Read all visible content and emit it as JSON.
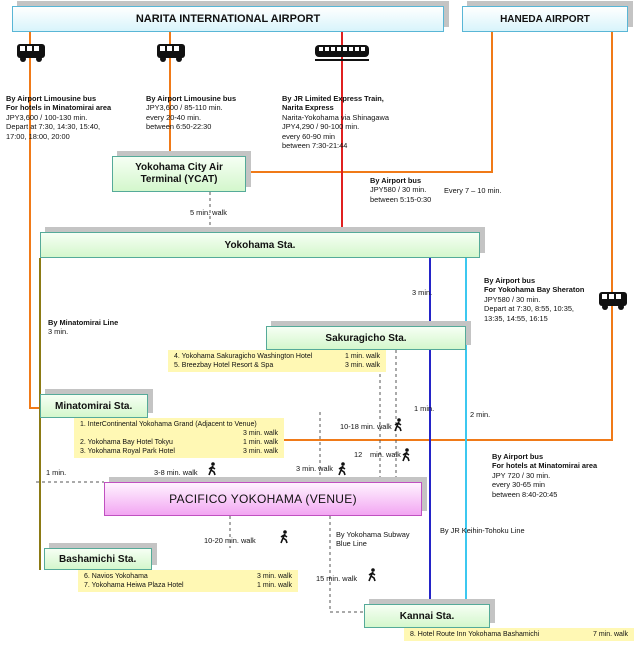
{
  "airports": {
    "narita": "NARITA INTERNATIONAL AIRPORT",
    "haneda": "HANEDA AIRPORT"
  },
  "stations": {
    "ycat": [
      "Yokohama City Air",
      "Terminal (YCAT)"
    ],
    "yokohama": "Yokohama Sta.",
    "sakuragicho": "Sakuragicho Sta.",
    "minatomirai": "Minatomirai Sta.",
    "venue": "PACIFICO YOKOHAMA (VENUE)",
    "bashamichi": "Bashamichi Sta.",
    "kannai": "Kannai Sta."
  },
  "routes": {
    "narita_limo_mm": {
      "lines": [
        "By Airport Limousine bus",
        "For hotels in Minatomirai area",
        "JPY3,600 / 100-130 min.",
        "Depart at 7:30, 14:30, 15:40,",
        "17:00, 18:00, 20:00"
      ],
      "bold_lines": 2
    },
    "narita_limo_ycat": {
      "lines": [
        "By Airport Limousine bus",
        "JPY3,600 / 85-110 min.",
        "every 20-40 min.",
        "between 6:50-22:30"
      ],
      "bold_lines": 1
    },
    "narita_nex": {
      "lines": [
        "By JR Limited Express Train,",
        "Narita Express",
        "Narita-Yokohama via Shinagawa",
        "JPY4,290 / 90-100 min.",
        "every 60-90 min",
        "between 7:30-21:44"
      ],
      "bold_lines": 2
    },
    "haneda_ycat": {
      "lines": [
        "By Airport bus",
        "JPY580 / 30 min.",
        "between 5:15-0:30"
      ],
      "bold_lines": 1,
      "freq": "Every 7 – 10 min."
    },
    "haneda_sheraton": {
      "lines": [
        "By Airport bus",
        "For Yokohama Bay Sheraton",
        "JPY580 / 30 min.",
        "Depart at 7:30, 8:55, 10:35,",
        "13:35, 14:55, 16:15"
      ],
      "bold_lines": 2
    },
    "haneda_mm": {
      "lines": [
        "By Airport bus",
        "For hotels at Minatomirai area",
        "JPY 720 / 30 min.",
        "every 30-65 min",
        "between 8:40-20:45"
      ],
      "bold_lines": 2
    }
  },
  "labels": {
    "ycat_walk": "5 min. walk",
    "minatomirai_line": "By Minatomirai Line",
    "minatomirai_line_time": "3 min.",
    "blue_3min": "3 min.",
    "blue_1min": "1 min.",
    "light_2min": "2 min.",
    "olive_1min": "1 min.",
    "walk_10_18": "10-18 min. walk",
    "walk_12": "12",
    "walk_12_unit": "min. walk",
    "walk_3_8": "3-8 min. walk",
    "walk_3": "3 min. walk",
    "walk_10_20": "10-20 min. walk",
    "walk_15": "15 min. walk",
    "subway": [
      "By Yokohama Subway",
      "Blue Line"
    ],
    "keihin": "By JR Keihin-Tohoku Line"
  },
  "hotels": {
    "sakuragicho": [
      {
        "name": "4. Yokohama Sakuragicho Washington Hotel",
        "walk": "1 min. walk"
      },
      {
        "name": "5. Breezbay Hotel Resort & Spa",
        "walk": "3 min. walk"
      }
    ],
    "minatomirai": [
      {
        "name": "1. InterContinental Yokohama Grand (Adjacent to Venue)",
        "walk": ""
      },
      {
        "name": "",
        "walk": "3 min. walk"
      },
      {
        "name": "2. Yokohama Bay Hotel Tokyu",
        "walk": "1 min. walk"
      },
      {
        "name": "3. Yokohama Royal Park Hotel",
        "walk": "3 min. walk"
      }
    ],
    "bashamichi": [
      {
        "name": "6. Navios Yokohama",
        "walk": "3 min. walk"
      },
      {
        "name": "7. Yokohama Heiwa Plaza Hotel",
        "walk": "1 min. walk"
      }
    ],
    "kannai": [
      {
        "name": "8. Hotel Route Inn Yokohama Bashamichi",
        "walk": "7 min. walk"
      }
    ]
  },
  "colors": {
    "orange": "#f07a18",
    "red": "#e02020",
    "blue": "#2424c8",
    "light_blue": "#3cc8f0",
    "olive": "#8c7a14",
    "dash": "#555555"
  },
  "icons": [
    "bus-icon",
    "train-icon",
    "pedestrian-icon"
  ]
}
